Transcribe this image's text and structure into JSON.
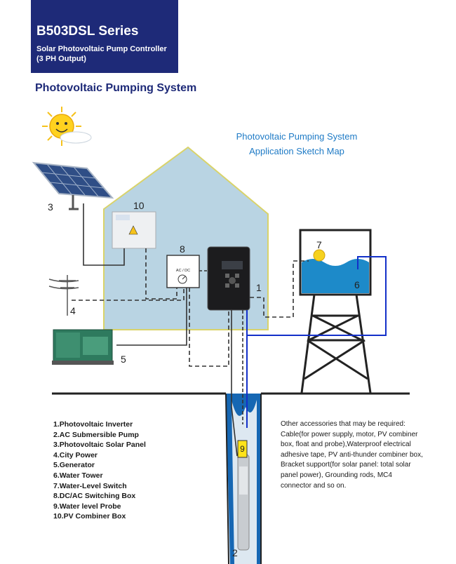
{
  "header": {
    "series": "B503DSL Series",
    "subtitle_line1": "Solar Photovoltaic Pump Controller",
    "subtitle_line2": "(3 PH Output)",
    "bg_color": "#1e2a78"
  },
  "section_title": "Photovoltaic Pumping System",
  "sketch_title": {
    "line1": "Photovoltaic Pumping System",
    "line2": "Application Sketch Map",
    "color": "#1f7bc6"
  },
  "device_labels": {
    "ac_dc": "AC / DC",
    "well_marker": "9"
  },
  "component_numbers": [
    "1",
    "2",
    "3",
    "4",
    "5",
    "6",
    "7",
    "8",
    "10"
  ],
  "legend": [
    "1.Photovoltaic Inverter",
    "2.AC Submersible Pump",
    "3.Photovoltaic Solar Panel",
    "4.City Power",
    "5.Generator",
    "6.Water Tower",
    "7.Water-Level Switch",
    "8.DC/AC Switching Box",
    "9.Water level Probe",
    "10.PV Combiner Box"
  ],
  "accessories_note": "Other accessories that may be required: Cable(for power supply, motor, PV combiner box, float and probe),Waterproof electrical adhesive tape, PV anti-thunder combiner box, Bracket support(for solar panel: total solar panel power), Grounding rods, MC4 connector and so on."
}
